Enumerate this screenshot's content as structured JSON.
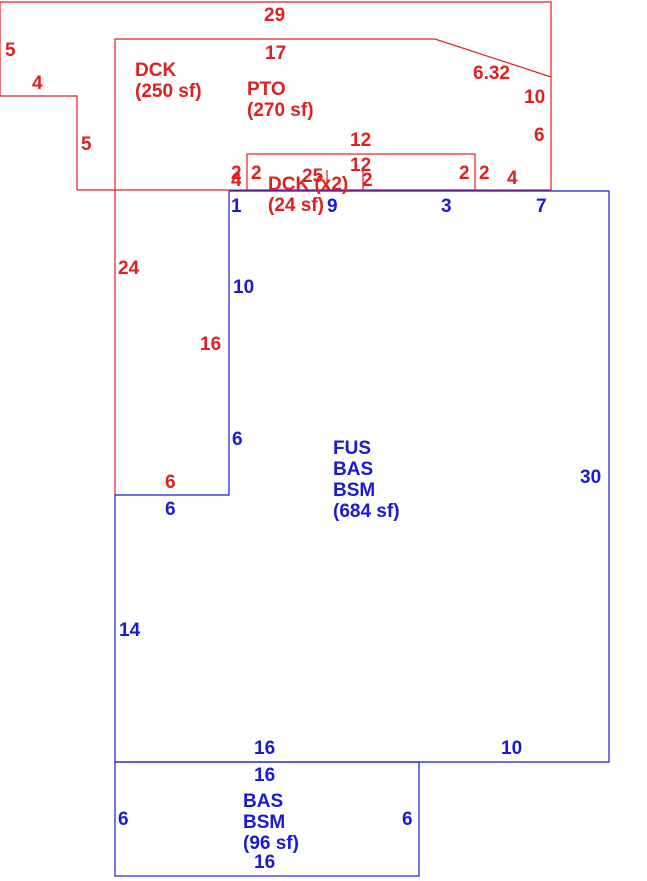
{
  "colors": {
    "red": "#e02020",
    "blue": "#1a1ad6"
  },
  "areas": {
    "dck_main": {
      "code": "DCK",
      "area": "(250 sf)"
    },
    "pto": {
      "code": "PTO",
      "area": "(270 sf)"
    },
    "dck_small": {
      "code": "DCK (x2)",
      "area": "(24 sf)"
    },
    "fus": {
      "line1": "FUS",
      "line2": "BAS",
      "line3": "BSM",
      "area": "(684 sf)"
    },
    "bas": {
      "line1": "BAS",
      "line2": "BSM",
      "area": "(96 sf)"
    }
  },
  "dims": {
    "red_top": "29",
    "red_left_a": "5",
    "red_step_a": "4",
    "red_left_b": "5",
    "pto_top": "17",
    "pto_diag": "6.32",
    "pto_right": "10",
    "red_right": "6",
    "red_bottom_right": "4",
    "dck_top_outer": "12",
    "dck_top_inner": "12",
    "dck_left_2a": "2",
    "dck_left_2b": "2",
    "dck_right_2a": "2",
    "dck_right_2b": "2",
    "dck_25": "25",
    "dck_2c": "2",
    "dck_4": "4",
    "red_24": "24",
    "red_16": "16",
    "red_6": "6",
    "blue_1": "1",
    "blue_9": "9",
    "blue_3": "3",
    "blue_7": "7",
    "blue_10_left": "10",
    "blue_6_left": "6",
    "blue_6_step": "6",
    "blue_30": "30",
    "blue_14": "14",
    "blue_16_bottom": "16",
    "blue_10_bottom": "10",
    "bas_top": "16",
    "bas_left": "6",
    "bas_right": "6",
    "bas_bottom": "16"
  }
}
